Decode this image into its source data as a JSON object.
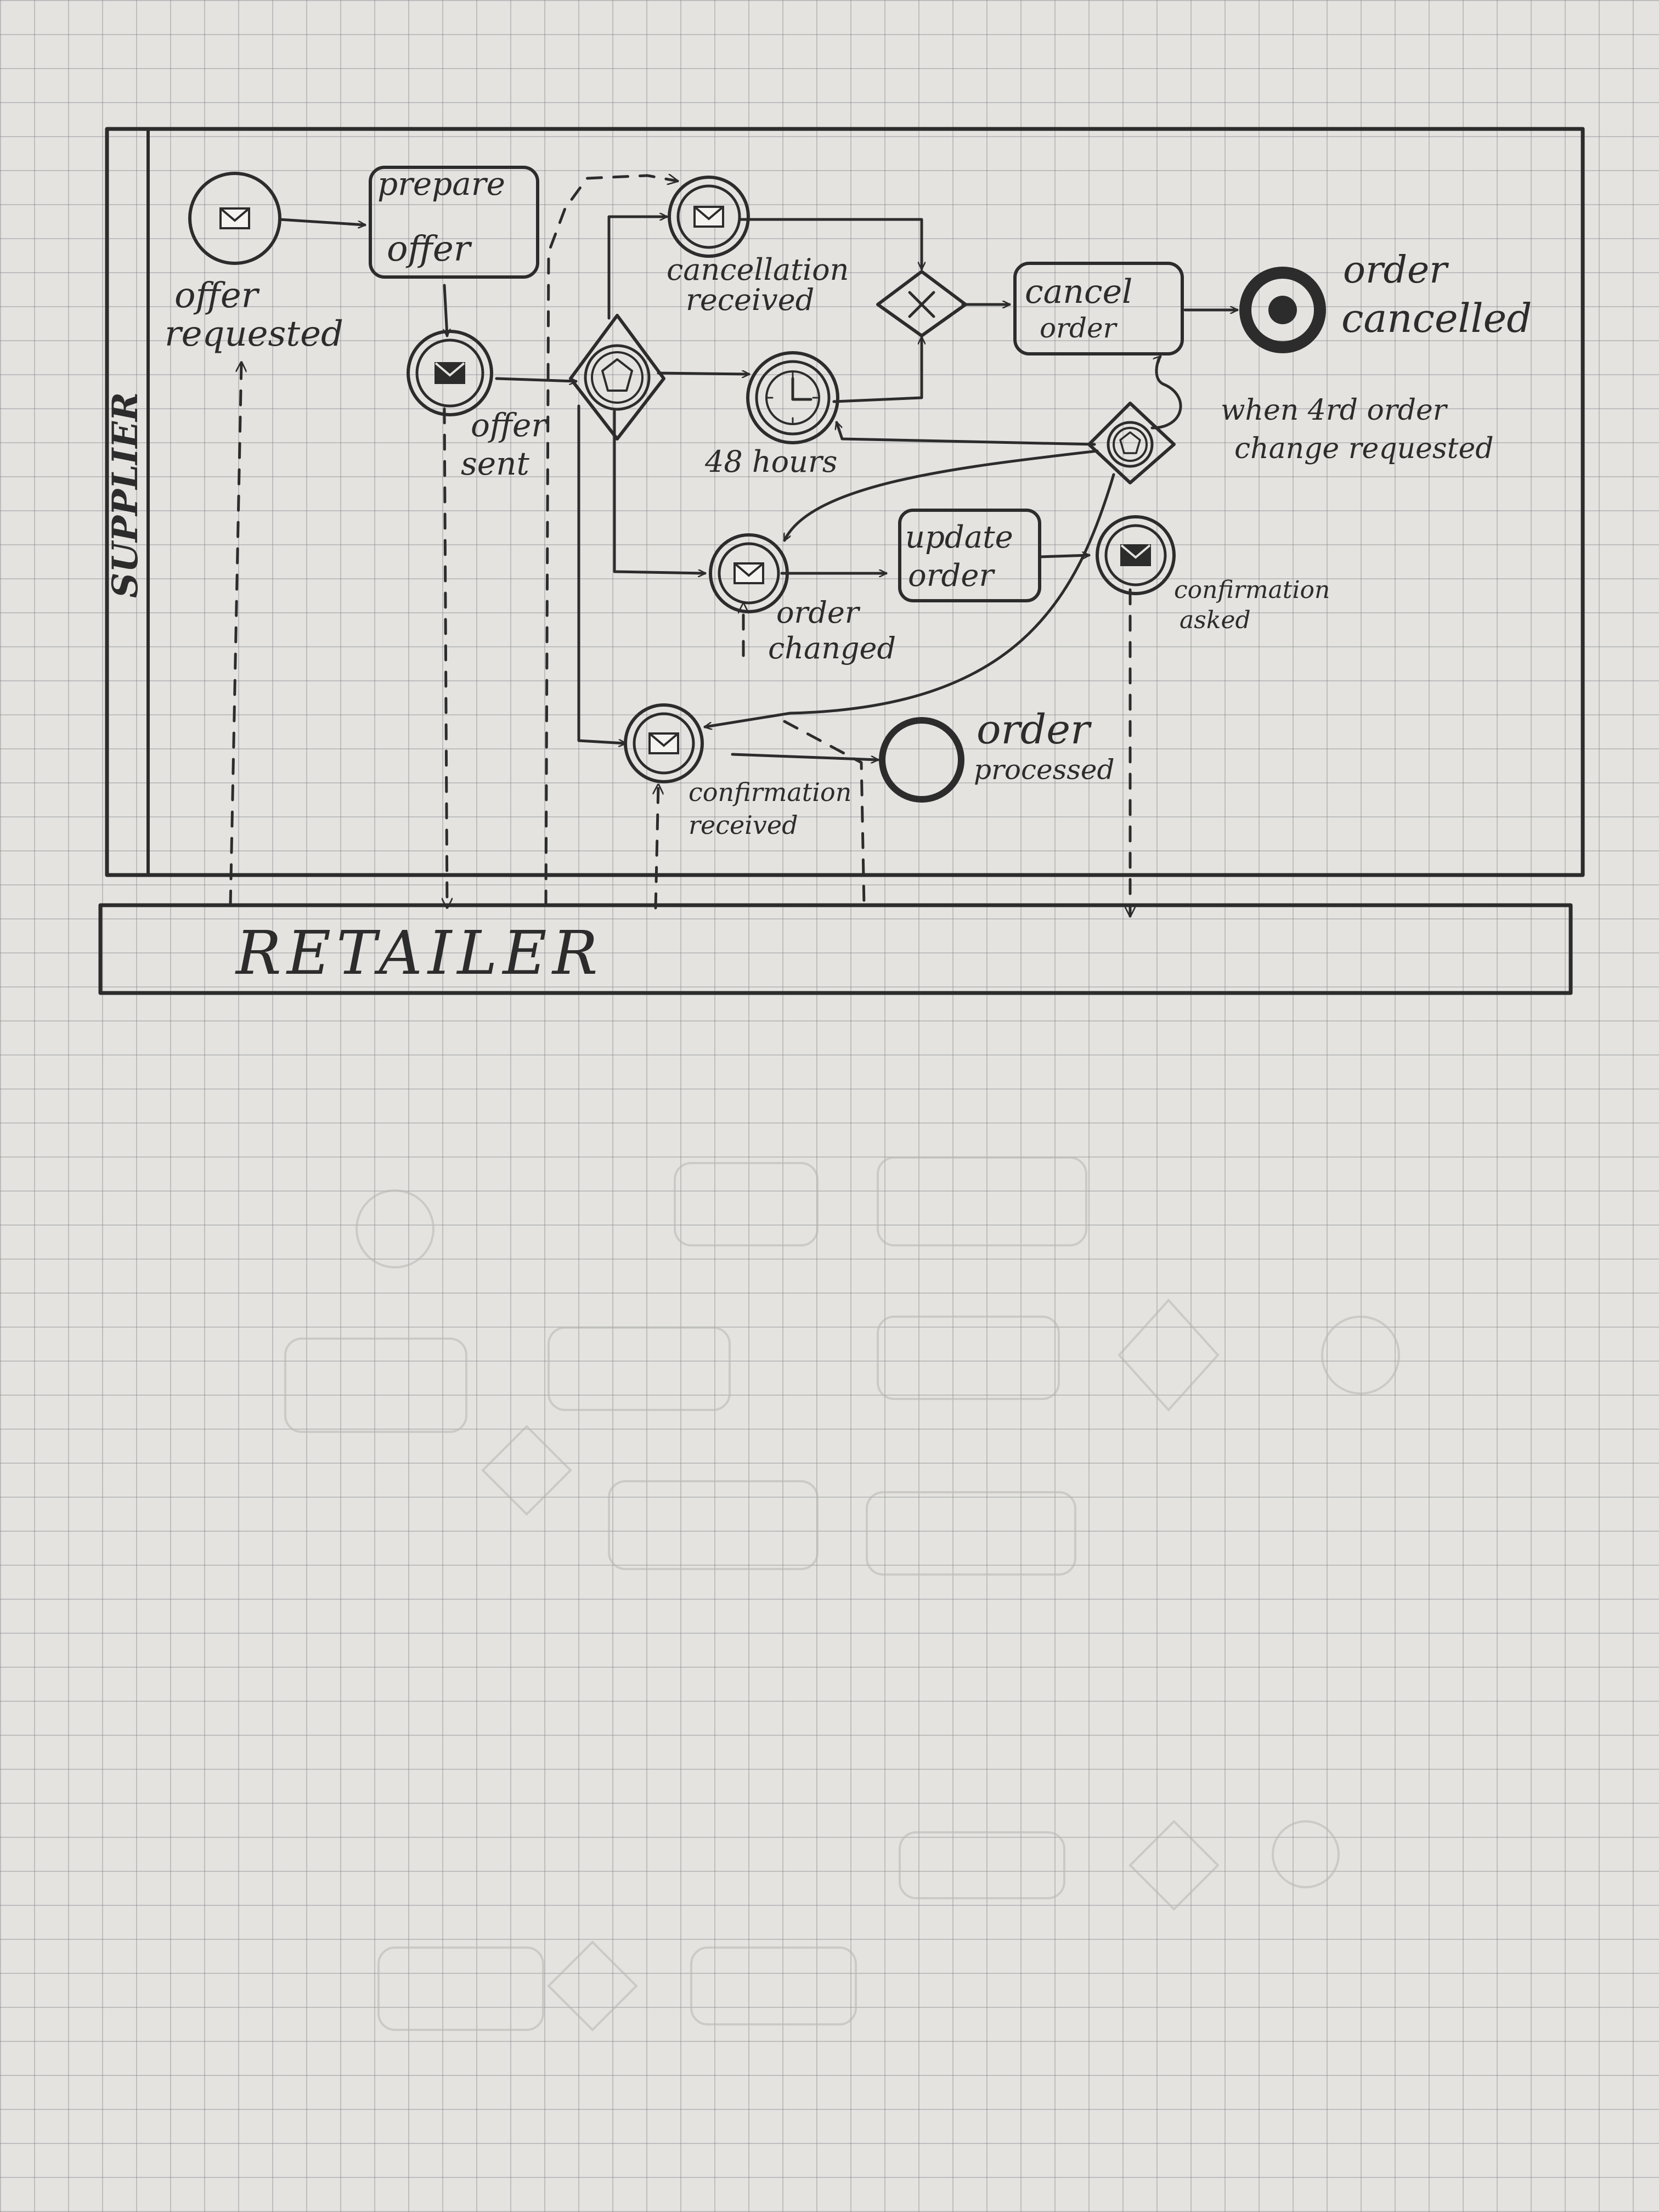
{
  "pools": {
    "supplier": "SUPPLIER",
    "retailer": "RETAILER"
  },
  "tasks": {
    "prepare_offer": [
      "prepare",
      "offer"
    ],
    "cancel_order": [
      "cancel",
      "order"
    ],
    "update_order": [
      "update",
      "order"
    ]
  },
  "events": {
    "offer_requested": [
      "offer",
      "requested"
    ],
    "offer_sent": [
      "offer",
      "sent"
    ],
    "cancellation_received": [
      "cancellation",
      "received"
    ],
    "timer_48": [
      "48 hours"
    ],
    "order_cancelled": [
      "order",
      "cancelled"
    ],
    "order_changed": [
      "order",
      "changed"
    ],
    "confirmation_asked": [
      "confirmation",
      "asked"
    ],
    "confirmation_received": [
      "confirmation",
      "received"
    ],
    "order_processed": [
      "order",
      "processed"
    ]
  },
  "annotations": {
    "fourth_change": [
      "when 4rd order",
      "change requested"
    ]
  },
  "icons": {
    "message": "envelope-icon",
    "timer": "clock-icon",
    "event_gateway": "pentagon-icon",
    "exclusive_gateway": "x-icon",
    "end_event": "filled-circle-icon"
  },
  "colors": {
    "ink": "#2c2c2c",
    "paper": "#e4e3e0",
    "grid": "#8a8a90"
  }
}
